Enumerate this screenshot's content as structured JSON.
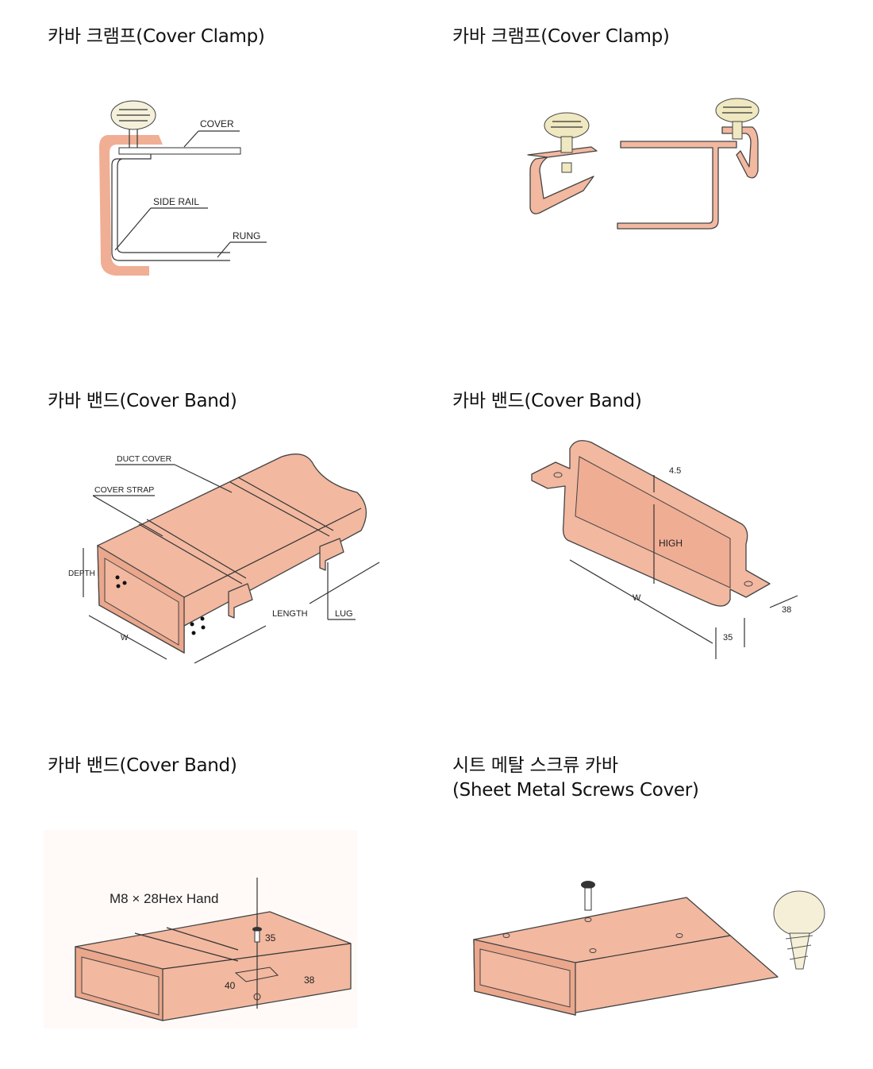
{
  "sections": [
    {
      "title": "카바 크램프(Cover Clamp)",
      "labels": {
        "cover": "COVER",
        "side_rail": "SIDE RAIL",
        "rung": "RUNG"
      }
    },
    {
      "title": "카바 크램프(Cover Clamp)"
    },
    {
      "title": "카바 밴드(Cover Band)",
      "labels": {
        "duct_cover": "DUCT COVER",
        "cover_strap": "COVER STRAP",
        "depth": "DEPTH",
        "w": "W",
        "length": "LENGTH",
        "lug": "LUG"
      }
    },
    {
      "title": "카바 밴드(Cover Band)",
      "labels": {
        "thickness": "4.5",
        "high": "HIGH",
        "w": "W",
        "d38": "38",
        "d35": "35"
      }
    },
    {
      "title": "카바 밴드(Cover Band)",
      "labels": {
        "bolt": "M8 × 28Hex Hand",
        "d35": "35",
        "d38": "38",
        "d40": "40"
      }
    },
    {
      "title": "시트 메탈 스크류 카바\n(Sheet Metal Screws Cover)"
    }
  ],
  "colors": {
    "duct": "#f2b8a0",
    "knob": "#efe8c0",
    "clamp": "#f0ae95"
  }
}
